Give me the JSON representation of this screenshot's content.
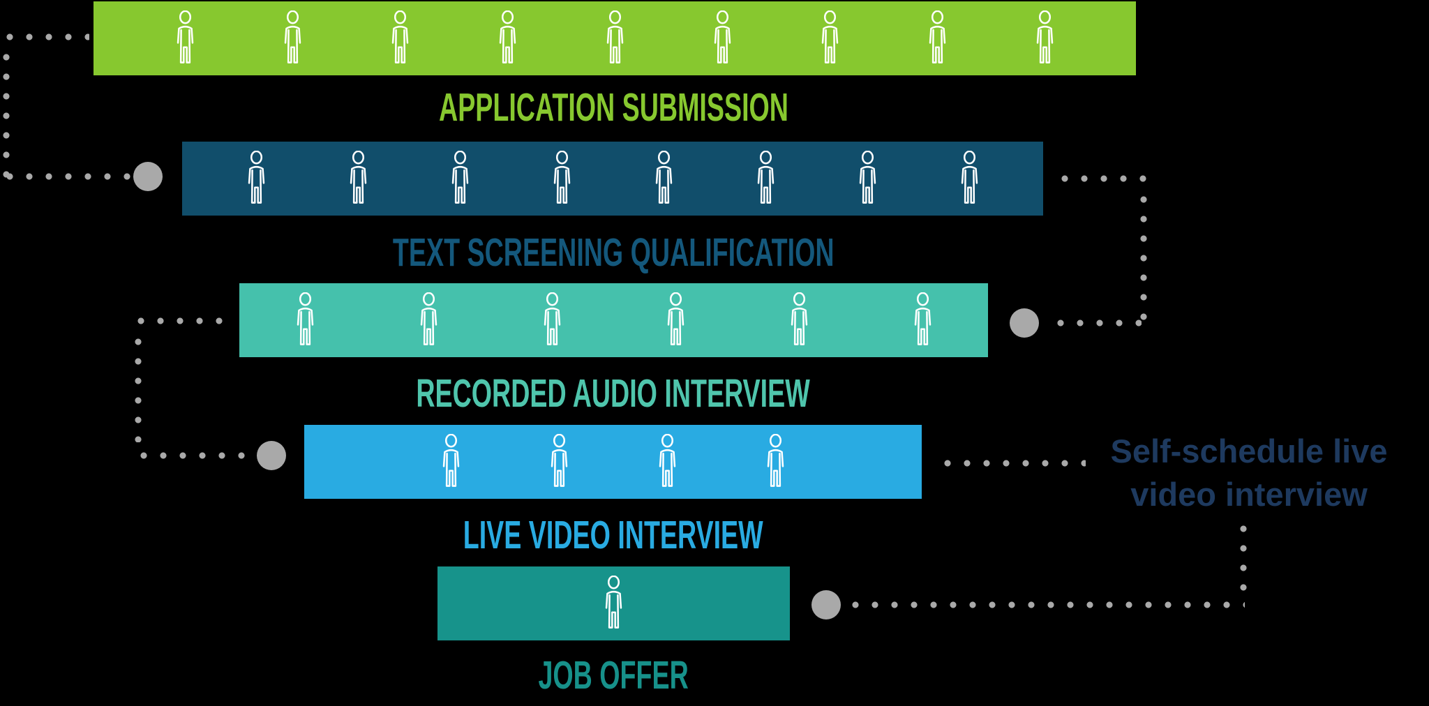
{
  "diagram": {
    "type": "hiring-funnel",
    "connector_color": "#A9A9A9",
    "icon_semantic": "person-outline-icon",
    "stages": [
      {
        "label": "APPLICATION SUBMISSION",
        "candidates": 9,
        "bar_color": "#87C82F",
        "label_color": "#87C82F"
      },
      {
        "label": "TEXT SCREENING QUALIFICATION",
        "candidates": 8,
        "bar_color": "#114E6B",
        "label_color": "#14587C"
      },
      {
        "label": "RECORDED AUDIO INTERVIEW",
        "candidates": 6,
        "bar_color": "#45C1AC",
        "label_color": "#4FC5AC"
      },
      {
        "label": "LIVE VIDEO INTERVIEW",
        "candidates": 4,
        "bar_color": "#29ABE2",
        "label_color": "#29ABE2"
      },
      {
        "label": "JOB OFFER",
        "candidates": 1,
        "bar_color": "#17938B",
        "label_color": "#17918A"
      }
    ],
    "annotation": {
      "line1": "Self-schedule live",
      "line2": "video interview",
      "color": "#1E3A5F"
    }
  }
}
